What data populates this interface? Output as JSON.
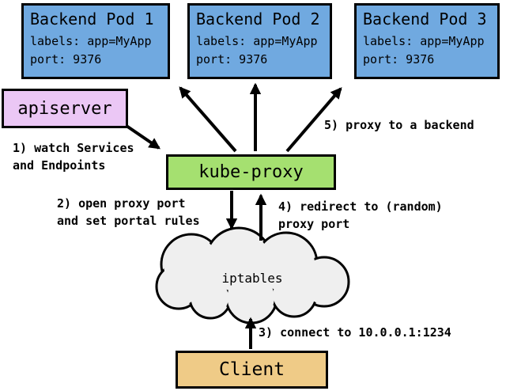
{
  "pods": [
    {
      "title": "Backend Pod 1",
      "labels_line": "labels: app=MyApp",
      "port_line": "port: 9376"
    },
    {
      "title": "Backend Pod 2",
      "labels_line": "labels: app=MyApp",
      "port_line": "port: 9376"
    },
    {
      "title": "Backend Pod 3",
      "labels_line": "labels: app=MyApp",
      "port_line": "port: 9376"
    }
  ],
  "nodes": {
    "apiserver": "apiserver",
    "kube_proxy": "kube-proxy",
    "iptables": "iptables",
    "client": "Client"
  },
  "steps": {
    "s1l1": "1) watch Services",
    "s1l2": "and Endpoints",
    "s2l1": "2) open proxy port",
    "s2l2": "and set portal rules",
    "s3": "3) connect to 10.0.0.1:1234",
    "s4l1": "4) redirect to (random)",
    "s4l2": "proxy port",
    "s5": "5) proxy to a backend"
  },
  "colors": {
    "pod_fill": "#70A9E0",
    "apiserver_fill": "#EBC7F5",
    "kube_proxy_fill": "#A5E070",
    "client_fill": "#EFCB87",
    "cloud_fill": "#EFEFEF",
    "line_color": "#000000"
  }
}
